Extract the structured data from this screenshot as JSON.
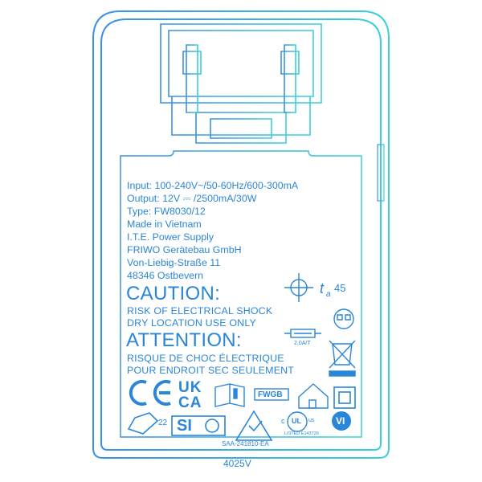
{
  "label": {
    "specs": [
      "Input: 100-240V~/50-60Hz/600-300mA",
      "Output: 12V ⎓ /2500mA/30W",
      "Type: FW8030/12",
      "Made in Vietnam",
      "I.T.E. Power Supply",
      "FRIWO Gerätebau GmbH",
      "Von-Liebig-Straße 11",
      "48346 Ostbevern"
    ],
    "caution_title": "CAUTION:",
    "caution_lines": [
      "RISK OF ELECTRICAL SHOCK",
      "DRY LOCATION USE ONLY"
    ],
    "attention_title": "ATTENTION:",
    "attention_lines": [
      "RISQUE DE CHOC ÉLECTRIQUE",
      "POUR ENDROIT SEC SEULEMENT"
    ],
    "ambient_temp": "45",
    "ta_symbol_t": "t",
    "ta_symbol_a": "a",
    "fuse_rating": "2,0A/T",
    "ukca_top": "UK",
    "ukca_bottom": "CA",
    "ce_mark": "CE",
    "fwgb_text": "FWGB",
    "efficiency_level": "VI",
    "saa_number": "SAA-241810-EA",
    "listed_text": "LISTED E143726",
    "ul_c": "c",
    "ul_us": "us",
    "ul_text": "UL",
    "eac_year": "22",
    "si_text": "SI",
    "model_code": "4025V"
  },
  "colors": {
    "primary": "#2a86d8",
    "gradient_left": "#3b8fe6",
    "gradient_right": "#3ad1d8"
  }
}
